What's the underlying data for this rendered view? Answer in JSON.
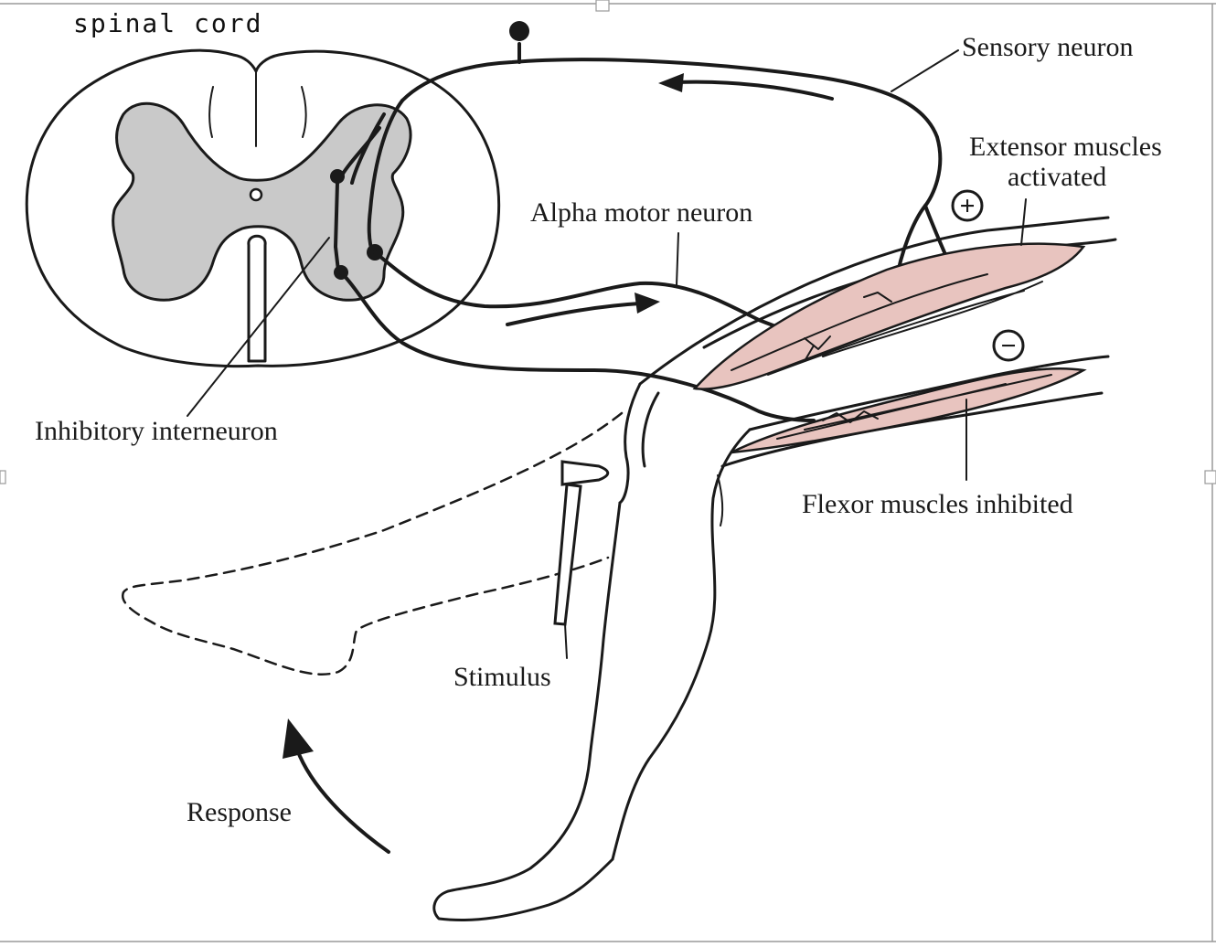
{
  "labels": {
    "spinal_cord": "spinal cord",
    "sensory_neuron": "Sensory neuron",
    "extensor_line1": "Extensor muscles",
    "extensor_line2": "activated",
    "alpha_motor_neuron": "Alpha motor neuron",
    "inhibitory_interneuron": "Inhibitory interneuron",
    "flexor_muscles": "Flexor muscles inhibited",
    "stimulus": "Stimulus",
    "response": "Response",
    "plus_sign": "+",
    "minus_sign": "−"
  },
  "colors": {
    "gray_matter": "#c9c9c9",
    "muscle": "#e8c4bf",
    "line": "#1a1a1a",
    "background": "#ffffff"
  }
}
